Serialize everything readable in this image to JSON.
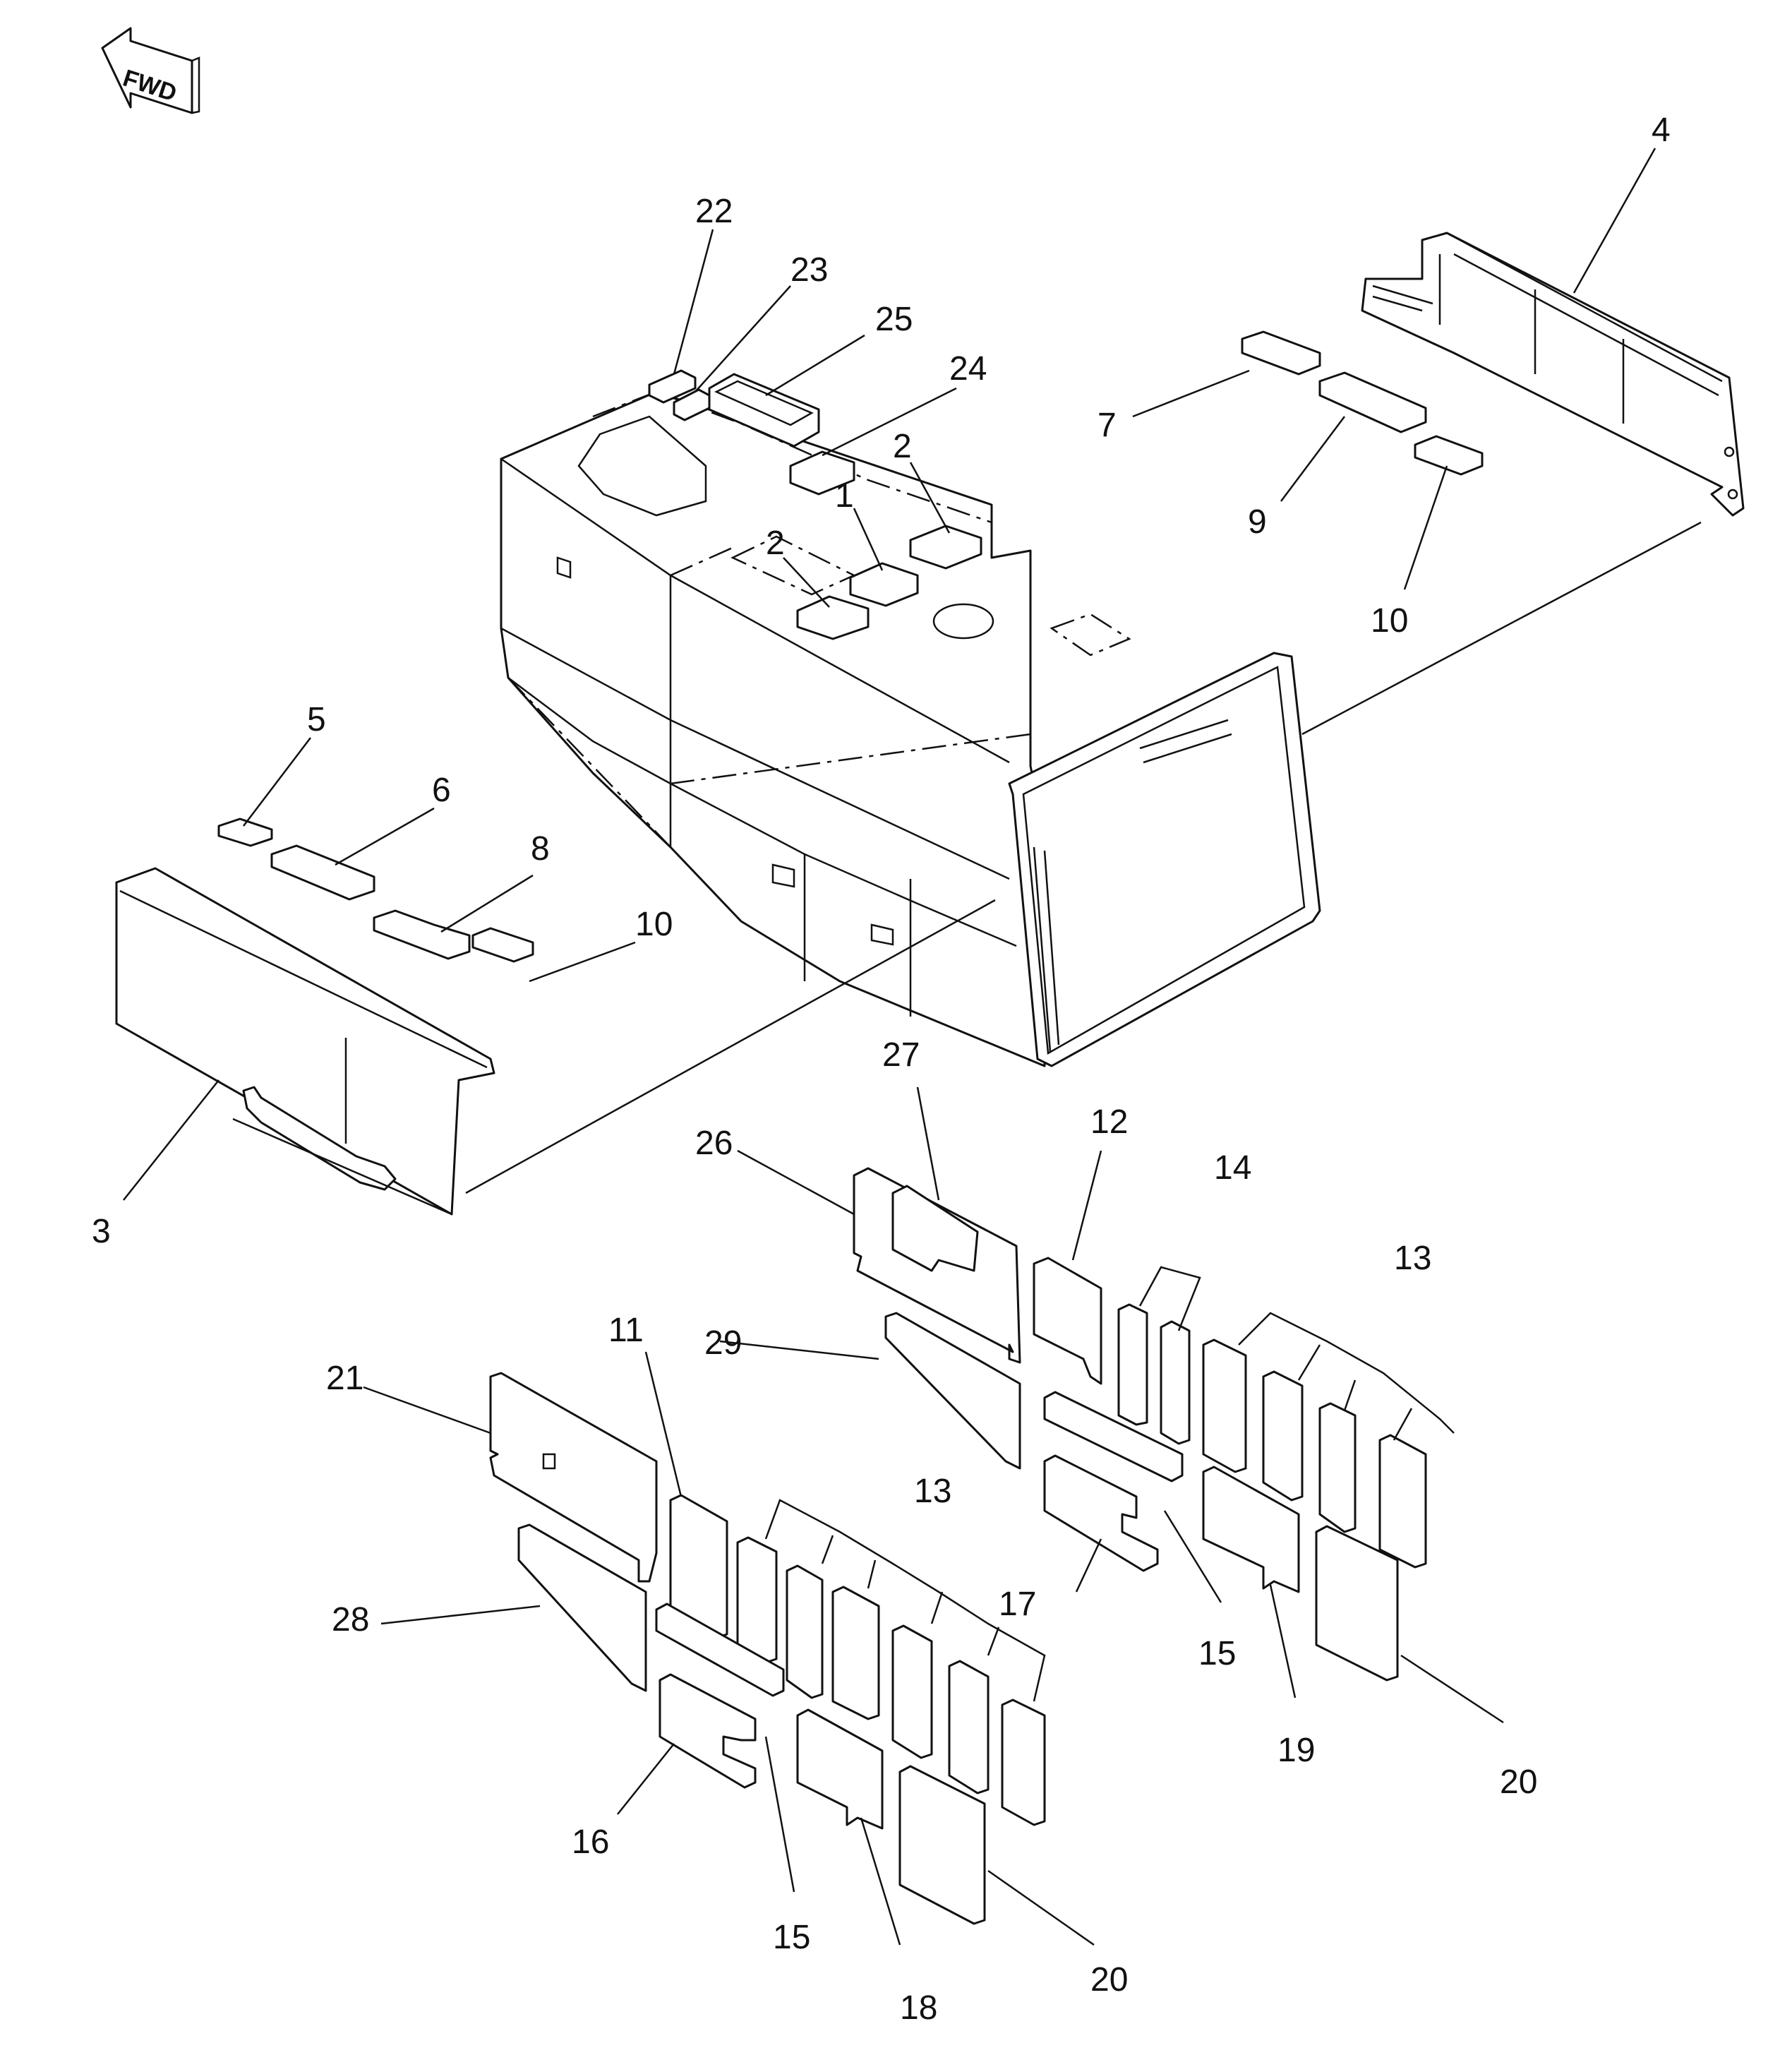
{
  "fwd_label": "FWD",
  "callouts": {
    "c1": "1",
    "c2a": "2",
    "c2b": "2",
    "c3": "3",
    "c4": "4",
    "c5": "5",
    "c6": "6",
    "c7": "7",
    "c8": "8",
    "c9": "9",
    "c10a": "10",
    "c10b": "10",
    "c11": "11",
    "c12": "12",
    "c13a": "13",
    "c13b": "13",
    "c14": "14",
    "c15a": "15",
    "c15b": "15",
    "c16": "16",
    "c17": "17",
    "c18": "18",
    "c19": "19",
    "c20a": "20",
    "c20b": "20",
    "c21": "21",
    "c22": "22",
    "c23": "23",
    "c24": "24",
    "c25": "25",
    "c26": "26",
    "c27": "27",
    "c28": "28",
    "c29": "29"
  }
}
